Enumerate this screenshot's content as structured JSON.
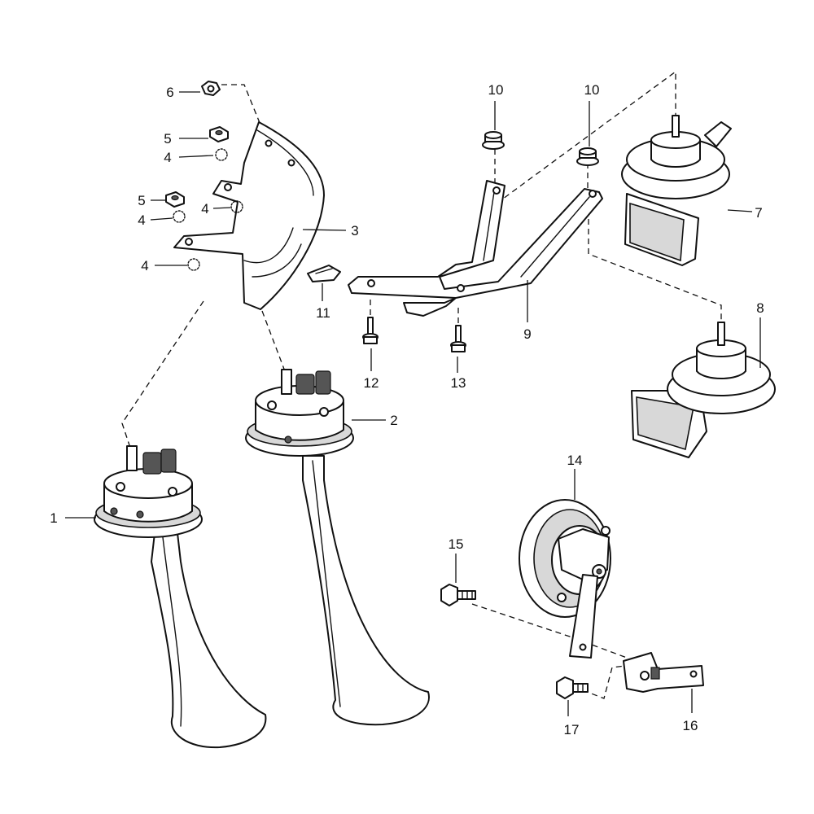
{
  "callouts": {
    "c1": "1",
    "c2": "2",
    "c3": "3",
    "c4a": "4",
    "c4b": "4",
    "c4c": "4",
    "c4d": "4",
    "c5a": "5",
    "c5b": "5",
    "c6": "6",
    "c7": "7",
    "c8": "8",
    "c9": "9",
    "c10a": "10",
    "c10b": "10",
    "c11": "11",
    "c12": "12",
    "c13": "13",
    "c14": "14",
    "c15": "15",
    "c16": "16",
    "c17": "17"
  }
}
